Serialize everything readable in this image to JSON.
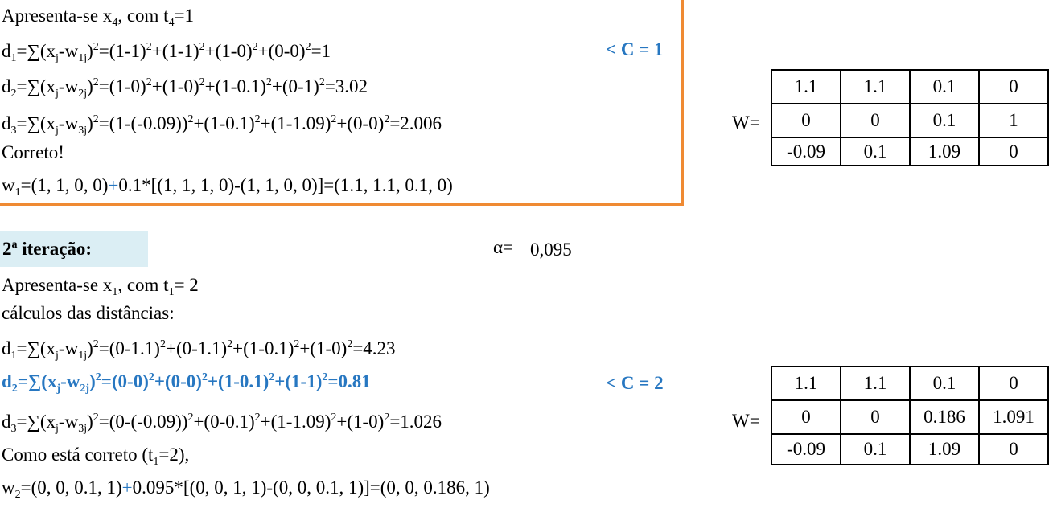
{
  "section1": {
    "line1": {
      "a": "Apresenta-se x",
      "sub": "4",
      "b": ", com t",
      "sub2": "4",
      "c": "=1"
    },
    "d1": {
      "a": "d",
      "s1": "1",
      "b": "=∑(x",
      "s2": "j",
      "c": "-w",
      "s3": "1j",
      "d": ")",
      "p1": "2",
      "e": "=(1-1)",
      "p2": "2",
      "f": "+(1-1)",
      "p3": "2",
      "g": "+(1-0)",
      "p4": "2",
      "h": "+(0-0)",
      "p5": "2",
      "i": "=1"
    },
    "d2": {
      "a": "d",
      "s1": "2",
      "b": "=∑(x",
      "s2": "j",
      "c": "-w",
      "s3": "2j",
      "d": ")",
      "p1": "2",
      "e": "=(1-0)",
      "p2": "2",
      "f": "+(1-0)",
      "p3": "2",
      "g": "+(1-0.1)",
      "p4": "2",
      "h": "+(0-1)",
      "p5": "2",
      "i": "=3.02"
    },
    "d3": {
      "a": "d",
      "s1": "3",
      "b": "=∑(x",
      "s2": "j",
      "c": "-w",
      "s3": "3j",
      "d": ")",
      "p1": "2",
      "e": "=(1-(-0.09))",
      "p2": "2",
      "f": "+(1-0.1)",
      "p3": "2",
      "g": "+(1-1.09)",
      "p4": "2",
      "h": "+(0-0)",
      "p5": "2",
      "i": "=2.006"
    },
    "correct": "Correto!",
    "update": {
      "a": "w",
      "s": "1",
      "b": "=(1, 1, 0, 0)",
      "plus": "+",
      "c": "0.1*[(1, 1, 1, 0)-(1, 1, 0, 0)]=(1.1, 1.1, 0.1, 0)"
    },
    "cmark": "< C = 1"
  },
  "matrix1": {
    "label": "W=",
    "rows": [
      [
        "1.1",
        "1.1",
        "0.1",
        "0"
      ],
      [
        "0",
        "0",
        "0.1",
        "1"
      ],
      [
        "-0.09",
        "0.1",
        "1.09",
        "0"
      ]
    ]
  },
  "section2": {
    "iteration": {
      "num": "2",
      "sup": "a",
      "text": " iteração:"
    },
    "alpha_label": "α=",
    "alpha_value": "0,095",
    "line1": {
      "a": "Apresenta-se x",
      "sub": "1",
      "b": ", com t",
      "sub2": "1",
      "c": "= 2"
    },
    "calc": "cálculos das distâncias:",
    "d1": {
      "a": "d",
      "s1": "1",
      "b": "=∑(x",
      "s2": "j",
      "c": "-w",
      "s3": "1j",
      "d": ")",
      "p1": "2",
      "e": "=(0-1.1)",
      "p2": "2",
      "f": "+(0-1.1)",
      "p3": "2",
      "g": "+(1-0.1)",
      "p4": "2",
      "h": "+(1-0)",
      "p5": "2",
      "i": "=4.23"
    },
    "d2": {
      "a": "d",
      "s1": "2",
      "b": "=∑(x",
      "s2": "j",
      "c": "-w",
      "s3": "2j",
      "d": ")",
      "p1": "2",
      "e": "=(0-0)",
      "p2": "2",
      "f": "+(0-0)",
      "p3": "2",
      "g": "+(1-0.1)",
      "p4": "2",
      "h": "+(1-1)",
      "p5": "2",
      "i": "=0.81"
    },
    "d3": {
      "a": "d",
      "s1": "3",
      "b": "=∑(x",
      "s2": "j",
      "c": "-w",
      "s3": "3j",
      "d": ")",
      "p1": "2",
      "e": "=(0-(-0.09))",
      "p2": "2",
      "f": "+(0-0.1)",
      "p3": "2",
      "g": "+(1-1.09)",
      "p4": "2",
      "h": "+(1-0)",
      "p5": "2",
      "i": "=1.026"
    },
    "como": {
      "a": "Como está correto (t",
      "s": "1",
      "b": "=2),"
    },
    "update": {
      "a": "w",
      "s": "2",
      "b": "=(0, 0, 0.1, 1)",
      "plus": "+",
      "c": "0.095*[(0, 0, 1, 1)-(0, 0, 0.1, 1)]=(0, 0, 0.186, 1)"
    },
    "cmark": "< C = 2"
  },
  "matrix2": {
    "label": "W=",
    "rows": [
      [
        "1.1",
        "1.1",
        "0.1",
        "0"
      ],
      [
        "0",
        "0",
        "0.186",
        "1.091"
      ],
      [
        "-0.09",
        "0.1",
        "1.09",
        "0"
      ]
    ]
  },
  "colors": {
    "accent_blue": "#2777c1",
    "box_border": "#ef8a33",
    "label_bg": "#dbeef4"
  }
}
